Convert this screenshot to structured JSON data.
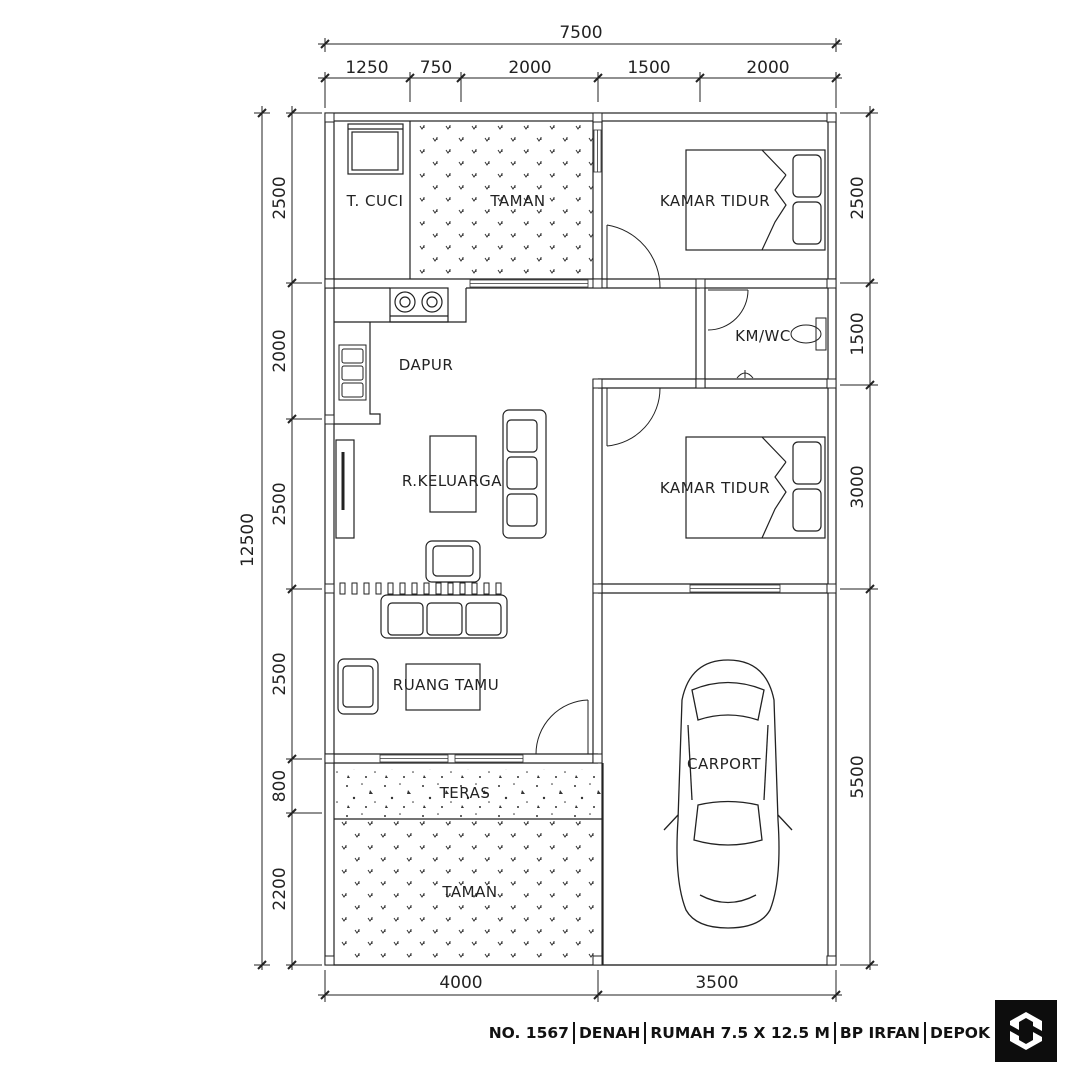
{
  "dimensions": {
    "top_total": "7500",
    "top_segments": [
      "1250",
      "750",
      "2000",
      "1500",
      "2000"
    ],
    "left_total": "12500",
    "left_segments": [
      "2500",
      "2000",
      "2500",
      "2500",
      "800",
      "2200"
    ],
    "right_segments": [
      "2500",
      "1500",
      "3000",
      "5500"
    ],
    "bottom_segments": [
      "4000",
      "3500"
    ]
  },
  "rooms": {
    "t_cuci": "T. CUCI",
    "taman_top": "TAMAN",
    "kamar_tidur_1": "KAMAR TIDUR",
    "dapur": "DAPUR",
    "km_wc": "KM/WC",
    "r_keluarga": "R.KELUARGA",
    "kamar_tidur_2": "KAMAR TIDUR",
    "ruang_tamu": "RUANG TAMU",
    "carport": "CARPORT",
    "teras": "TERAS",
    "taman_bottom": "TAMAN"
  },
  "footer": {
    "items": [
      "NO. 1567",
      "DENAH",
      "RUMAH 7.5 X 12.5 M",
      "BP IRFAN",
      "DEPOK"
    ]
  },
  "logo_icon": "brand-logo-icon"
}
